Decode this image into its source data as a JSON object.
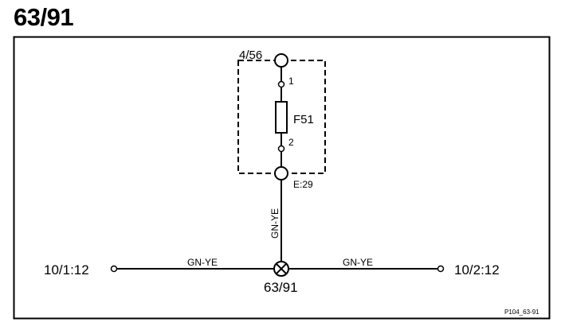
{
  "title": "63/91",
  "diagram": {
    "top_connector": "4/56",
    "pin_1": "1",
    "fuse": "F51",
    "pin_2": "2",
    "bottom_connector": "E:29",
    "vertical_wire": "GN-YE",
    "left_wire": "GN-YE",
    "right_wire": "GN-YE",
    "left_terminal": "10/1:12",
    "right_terminal": "10/2:12",
    "splice": "63/91",
    "figure_code": "P104_63-91"
  }
}
